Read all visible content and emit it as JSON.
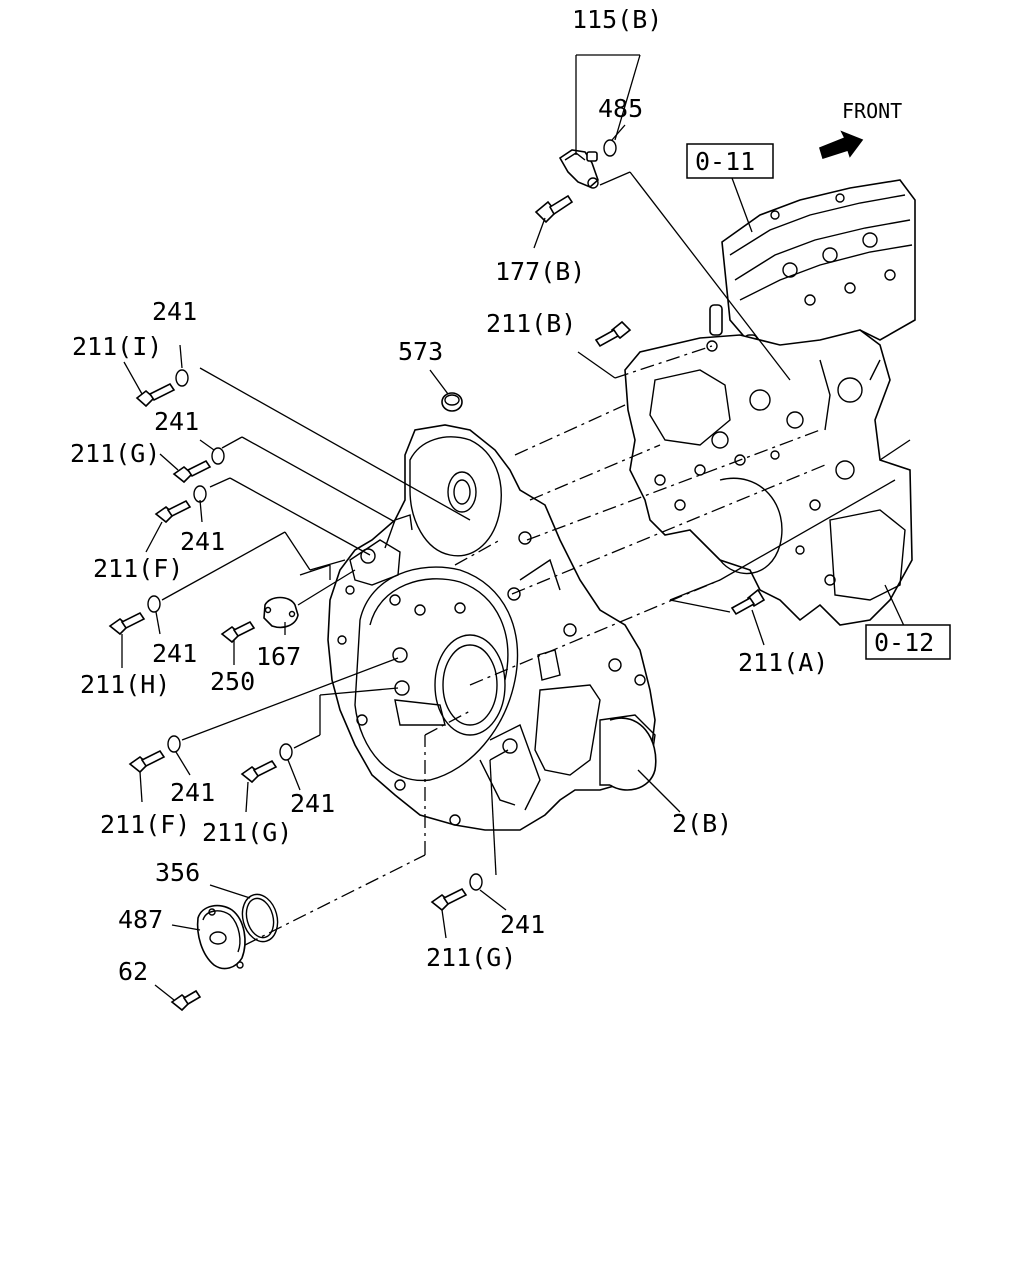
{
  "labels": {
    "p115b": "115(B)",
    "p485": "485",
    "p177b": "177(B)",
    "p211b": "211(B)",
    "p573": "573",
    "p241_a": "241",
    "p211i": "211(I)",
    "p241_b": "241",
    "p211g_a": "211(G)",
    "p241_c": "241",
    "p211f_a": "211(F)",
    "p241_d": "241",
    "p211h": "211(H)",
    "p250": "250",
    "p167": "167",
    "p211a": "211(A)",
    "p241_e": "241",
    "p211f_b": "211(F)",
    "p211g_b": "211(G)",
    "p241_f": "241",
    "p2b": "2(B)",
    "p356": "356",
    "p487": "487",
    "p62": "62",
    "p241_g": "241",
    "p211g_c": "211(G)"
  },
  "refs": {
    "r011": "0-11",
    "r012": "0-12"
  },
  "front_label": "FRONT"
}
